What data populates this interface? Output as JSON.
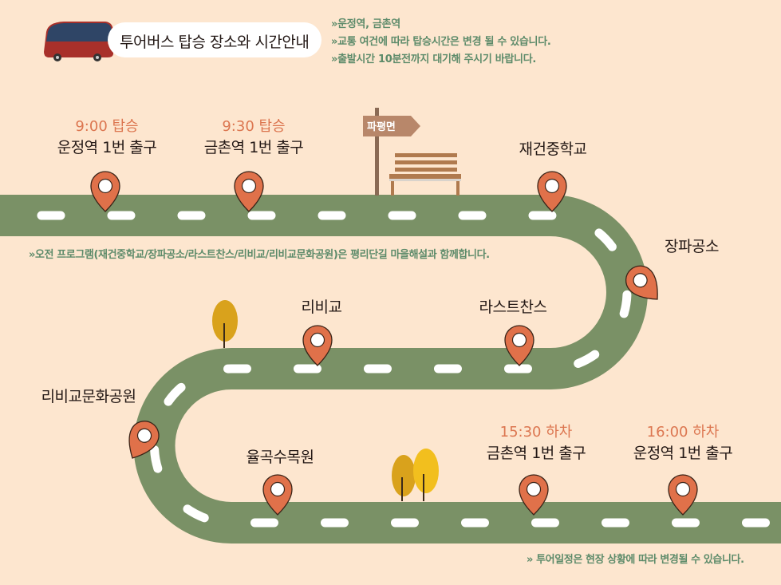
{
  "header": {
    "title": "투어버스 탑승 장소와 시간안내",
    "bus_icon": "bus-icon",
    "notes": [
      "»운정역, 금촌역",
      "»교통 여건에 따라 탑승시간은 변경 될 수 있습니다.",
      "»출발시간 10분전까지 대기해 주시기 바랍니다."
    ]
  },
  "sign": {
    "label": "파평면"
  },
  "stops": [
    {
      "time": "9:00 탑승",
      "place": "운정역 1번 출구"
    },
    {
      "time": "9:30 탑승",
      "place": "금촌역 1번 출구"
    },
    {
      "place": "재건중학교"
    },
    {
      "place": "장파공소"
    },
    {
      "place": "리비교"
    },
    {
      "place": "라스트찬스"
    },
    {
      "place": "리비교문화공원"
    },
    {
      "place": "율곡수목원"
    },
    {
      "time": "15:30 하차",
      "place": "금촌역 1번 출구"
    },
    {
      "time": "16:00 하차",
      "place": "운정역 1번 출구"
    }
  ],
  "notes_mid": "»오전 프로그램(재건중학교/장파공소/라스트찬스/리비교/리비교문화공원)은 평리단길 마을해설과 함께합니다.",
  "notes_bottom": "» 투어일정은 현장 상황에 따라 변경될 수 있습니다.",
  "colors": {
    "background": "#fde6cf",
    "road": "#7a9166",
    "pin": "#e0714a",
    "time_text": "#dc7650",
    "note_text": "#5d8b6a",
    "tree_dark": "#d9a21c",
    "tree_light": "#f2bf1e"
  }
}
